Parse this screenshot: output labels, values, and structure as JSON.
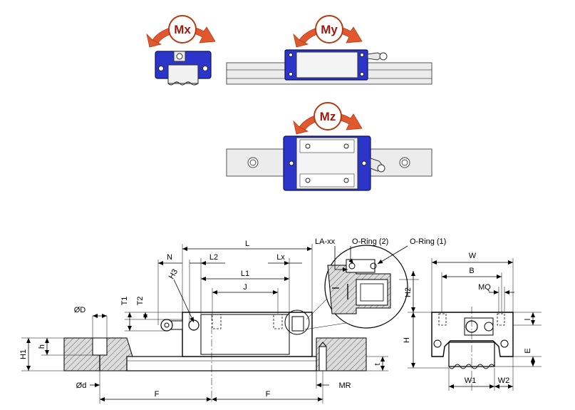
{
  "moments": {
    "mx": "Mx",
    "my": "My",
    "mz": "Mz"
  },
  "dimensions": {
    "L": "L",
    "L1": "L1",
    "L2": "L2",
    "J": "J",
    "N": "N",
    "Lx": "Lx",
    "H3": "H3",
    "T1": "T1",
    "T2": "T2",
    "OD": "ØD",
    "Od": "Ød",
    "H1": "H1",
    "h": "h",
    "F": "F",
    "MR": "MR",
    "t": "t",
    "W": "W",
    "B": "B",
    "MQ": "MQ",
    "H2": "H2",
    "H": "H",
    "l": "l",
    "E": "E",
    "W1": "W1",
    "W2": "W2"
  },
  "callouts": {
    "la": "LA-xx",
    "oring2": "O-Ring (2)",
    "oring1": "O-Ring (1)"
  },
  "colors": {
    "carriage": "#2b35c9",
    "arrow": "#e2582e",
    "moment_text": "#9a1a10"
  }
}
